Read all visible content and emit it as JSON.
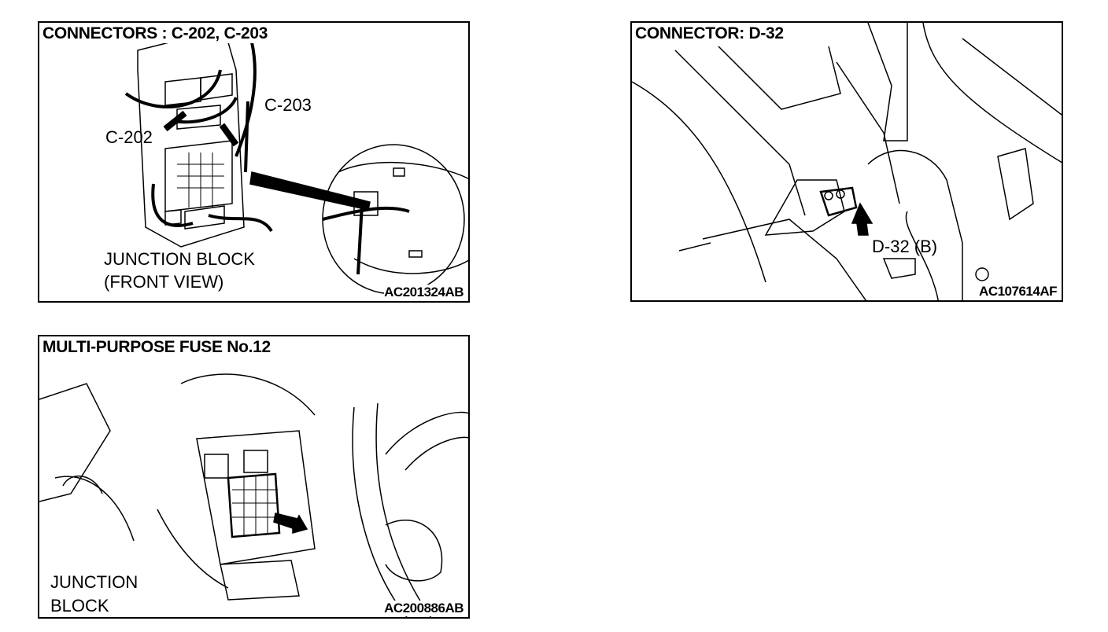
{
  "panels": [
    {
      "title": "CONNECTORS : C-202, C-203",
      "labels": [
        "C-203",
        "C-202",
        "JUNCTION BLOCK",
        "(FRONT VIEW)"
      ],
      "figure_id": "AC201324AB"
    },
    {
      "title": "CONNECTOR: D-32",
      "labels": [
        "D-32 (B)"
      ],
      "figure_id": "AC107614AF"
    },
    {
      "title": "MULTI-PURPOSE FUSE No.12",
      "labels": [
        "JUNCTION",
        "BLOCK"
      ],
      "figure_id": "AC200886AB"
    }
  ]
}
